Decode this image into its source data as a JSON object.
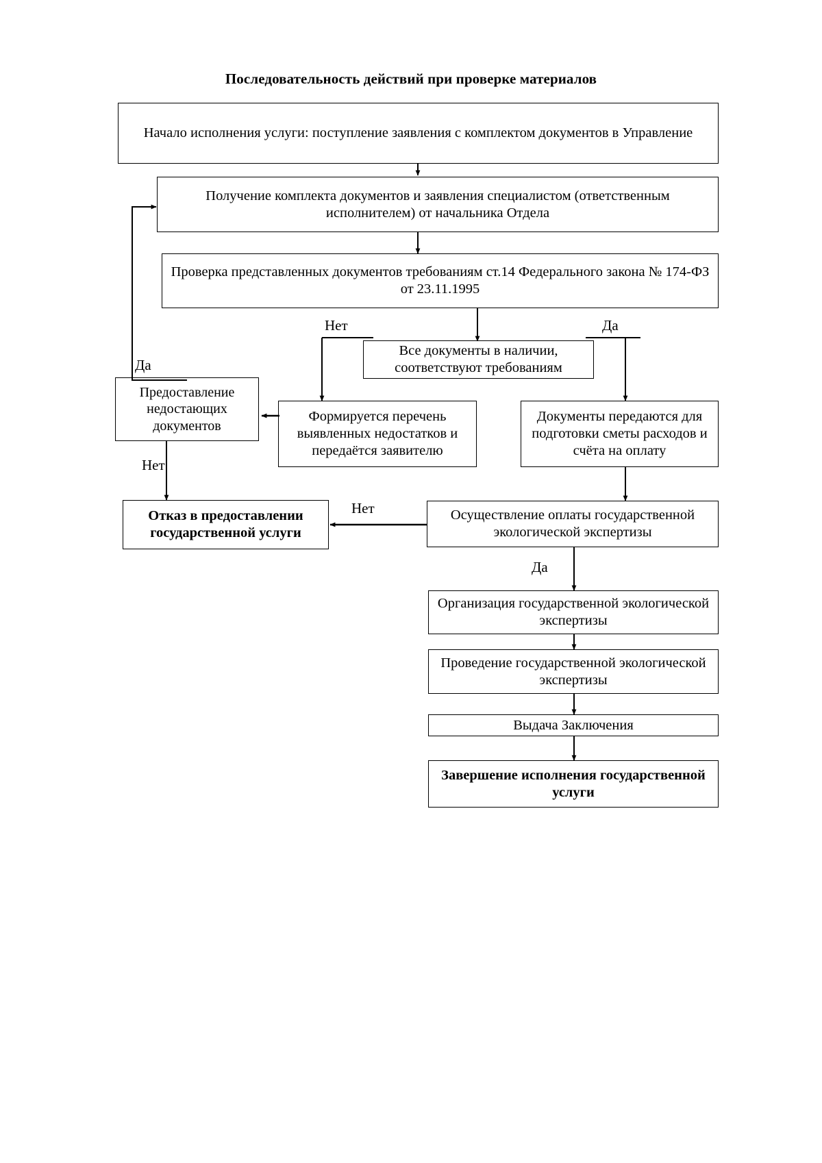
{
  "title": "Последовательность действий при проверке материалов",
  "colors": {
    "stroke": "#000000",
    "background": "#ffffff",
    "text": "#000000"
  },
  "chart_data": {
    "type": "diagram",
    "subtype": "flowchart",
    "title": "Последовательность действий при проверке материалов",
    "orientation": "top-to-bottom",
    "nodes": [
      {
        "id": "n1",
        "label": "Начало исполнения услуги: поступление заявления с комплектом документов в Управление",
        "shape": "rectangle",
        "bold": false
      },
      {
        "id": "n2",
        "label": "Получение комплекта документов и заявления специалистом (ответственным исполнителем) от начальника Отдела",
        "shape": "rectangle",
        "bold": false
      },
      {
        "id": "n3",
        "label": "Проверка представленных документов требованиям ст.14 Федерального закона № 174-ФЗ от 23.11.1995",
        "shape": "rectangle",
        "bold": false
      },
      {
        "id": "n4",
        "label": "Все документы в наличии, соответствуют требованиям",
        "shape": "decision-rectangle",
        "bold": false
      },
      {
        "id": "n5",
        "label": "Предоставление недостающих документов",
        "shape": "rectangle",
        "bold": false
      },
      {
        "id": "n6",
        "label": "Формируется перечень выявленных недостатков и передаётся заявителю",
        "shape": "rectangle",
        "bold": false
      },
      {
        "id": "n7",
        "label": "Документы передаются для подготовки сметы расходов и счёта на оплату",
        "shape": "rectangle",
        "bold": false
      },
      {
        "id": "n8",
        "label": "Отказ в предоставлении государственной услуги",
        "shape": "rectangle",
        "bold": true
      },
      {
        "id": "n9",
        "label": "Осуществление оплаты государственной экологической экспертизы",
        "shape": "rectangle",
        "bold": false
      },
      {
        "id": "n10",
        "label": "Организация государственной экологической экспертизы",
        "shape": "rectangle",
        "bold": false
      },
      {
        "id": "n11",
        "label": "Проведение государственной экологической экспертизы",
        "shape": "rectangle",
        "bold": false
      },
      {
        "id": "n12",
        "label": "Выдача Заключения",
        "shape": "rectangle",
        "bold": false
      },
      {
        "id": "n13",
        "label": "Завершение исполнения государственной услуги",
        "shape": "rectangle",
        "bold": true
      }
    ],
    "edges": [
      {
        "from": "n1",
        "to": "n2",
        "label": ""
      },
      {
        "from": "n2",
        "to": "n3",
        "label": ""
      },
      {
        "from": "n3",
        "to": "n4",
        "label": ""
      },
      {
        "from": "n4",
        "to": "n6",
        "label": "Нет"
      },
      {
        "from": "n4",
        "to": "n7",
        "label": "Да"
      },
      {
        "from": "n6",
        "to": "n5",
        "label": ""
      },
      {
        "from": "n5",
        "to": "n2",
        "label": "Да"
      },
      {
        "from": "n5",
        "to": "n8",
        "label": "Нет"
      },
      {
        "from": "n7",
        "to": "n9",
        "label": ""
      },
      {
        "from": "n9",
        "to": "n8",
        "label": "Нет"
      },
      {
        "from": "n9",
        "to": "n10",
        "label": "Да"
      },
      {
        "from": "n10",
        "to": "n11",
        "label": ""
      },
      {
        "from": "n11",
        "to": "n12",
        "label": ""
      },
      {
        "from": "n12",
        "to": "n13",
        "label": ""
      }
    ],
    "edge_labels": [
      "Нет",
      "Да",
      "Да",
      "Нет",
      "Нет",
      "Да"
    ]
  },
  "nodes": {
    "start": "Начало исполнения услуги: поступление заявления с комплектом документов в Управление",
    "receive": "Получение комплекта документов и заявления специалистом (ответственным исполнителем) от начальника Отдела",
    "check": "Проверка представленных документов требованиям ст.14 Федерального закона № 174-ФЗ от 23.11.1995",
    "decision": "Все документы в наличии, соответствуют требованиям",
    "provide_missing": "Предоставление недостающих документов",
    "deficiency_list": "Формируется перечень выявленных недостатков и передаётся заявителю",
    "transfer_docs": "Документы передаются для подготовки сметы расходов и счёта на оплату",
    "refusal": "Отказ в предоставлении государственной услуги",
    "payment": "Осуществление оплаты государственной экологической экспертизы",
    "organize": "Организация государственной экологической экспертизы",
    "conduct": "Проведение государственной экологической экспертизы",
    "issue": "Выдача Заключения",
    "finish": "Завершение исполнения государственной услуги"
  },
  "labels": {
    "no_left_branch": "Нет",
    "yes_right_branch": "Да",
    "yes_loopback": "Да",
    "no_to_refusal": "Нет",
    "no_payment_refusal": "Нет",
    "yes_payment": "Да"
  }
}
